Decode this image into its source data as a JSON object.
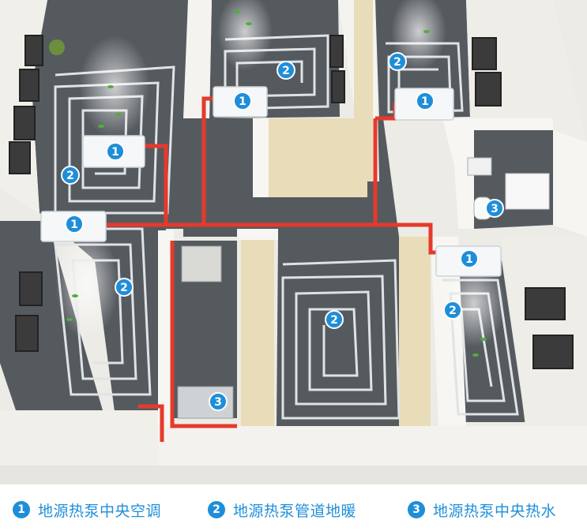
{
  "markers": {
    "ac": "1",
    "floor": "2",
    "water": "3"
  },
  "legend": [
    {
      "num": "1",
      "label": "地源热泵中央空调"
    },
    {
      "num": "2",
      "label": "地源热泵管道地暖"
    },
    {
      "num": "3",
      "label": "地源热泵中央热水"
    }
  ],
  "colors": {
    "marker": "#1f8ed9",
    "pipe": "#e53a2c",
    "floor": "#555a5f",
    "wall": "#ecebe6",
    "accent_wall": "#e9dcb8"
  }
}
